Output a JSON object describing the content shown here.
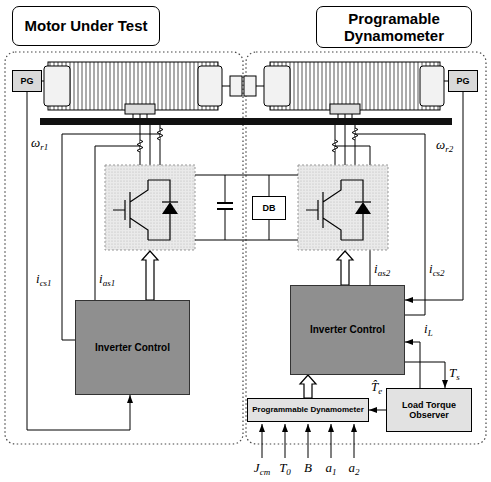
{
  "diagram": {
    "nodes": [
      {
        "text": [
          "Motor Under Test"
        ]
      },
      {
        "text": [
          "Programable Dynamometer"
        ]
      },
      {
        "text": [
          "PG"
        ]
      },
      {
        "text": [
          "PG"
        ]
      },
      {
        "text": [
          "DB"
        ]
      },
      {
        "text": [
          "Inverter Control"
        ]
      },
      {
        "text": [
          "Inverter Control"
        ]
      },
      {
        "text": [
          "Programmable Dynamometer"
        ]
      },
      {
        "text": [
          "Load Torque Observer"
        ]
      }
    ],
    "edges": [
      {
        "from": 2,
        "to": 5,
        "arrow": "to",
        "label": "ωr1"
      },
      {
        "from": 3,
        "to": 6,
        "arrow": "to",
        "label": "ωr2"
      },
      {
        "from": 7,
        "to": 6,
        "arrow": "to"
      },
      {
        "from": 8,
        "to": 7,
        "arrow": "to",
        "label": "T̂e"
      },
      {
        "from": 6,
        "to": 8,
        "arrow": "to",
        "label": "Ts"
      },
      {
        "from": 8,
        "to": 6,
        "arrow": "to",
        "label": "iL"
      }
    ],
    "labels": [
      "ics1",
      "ias1",
      "ias2",
      "ics2",
      "Jcm",
      "T0",
      "B",
      "a1",
      "a2"
    ]
  }
}
